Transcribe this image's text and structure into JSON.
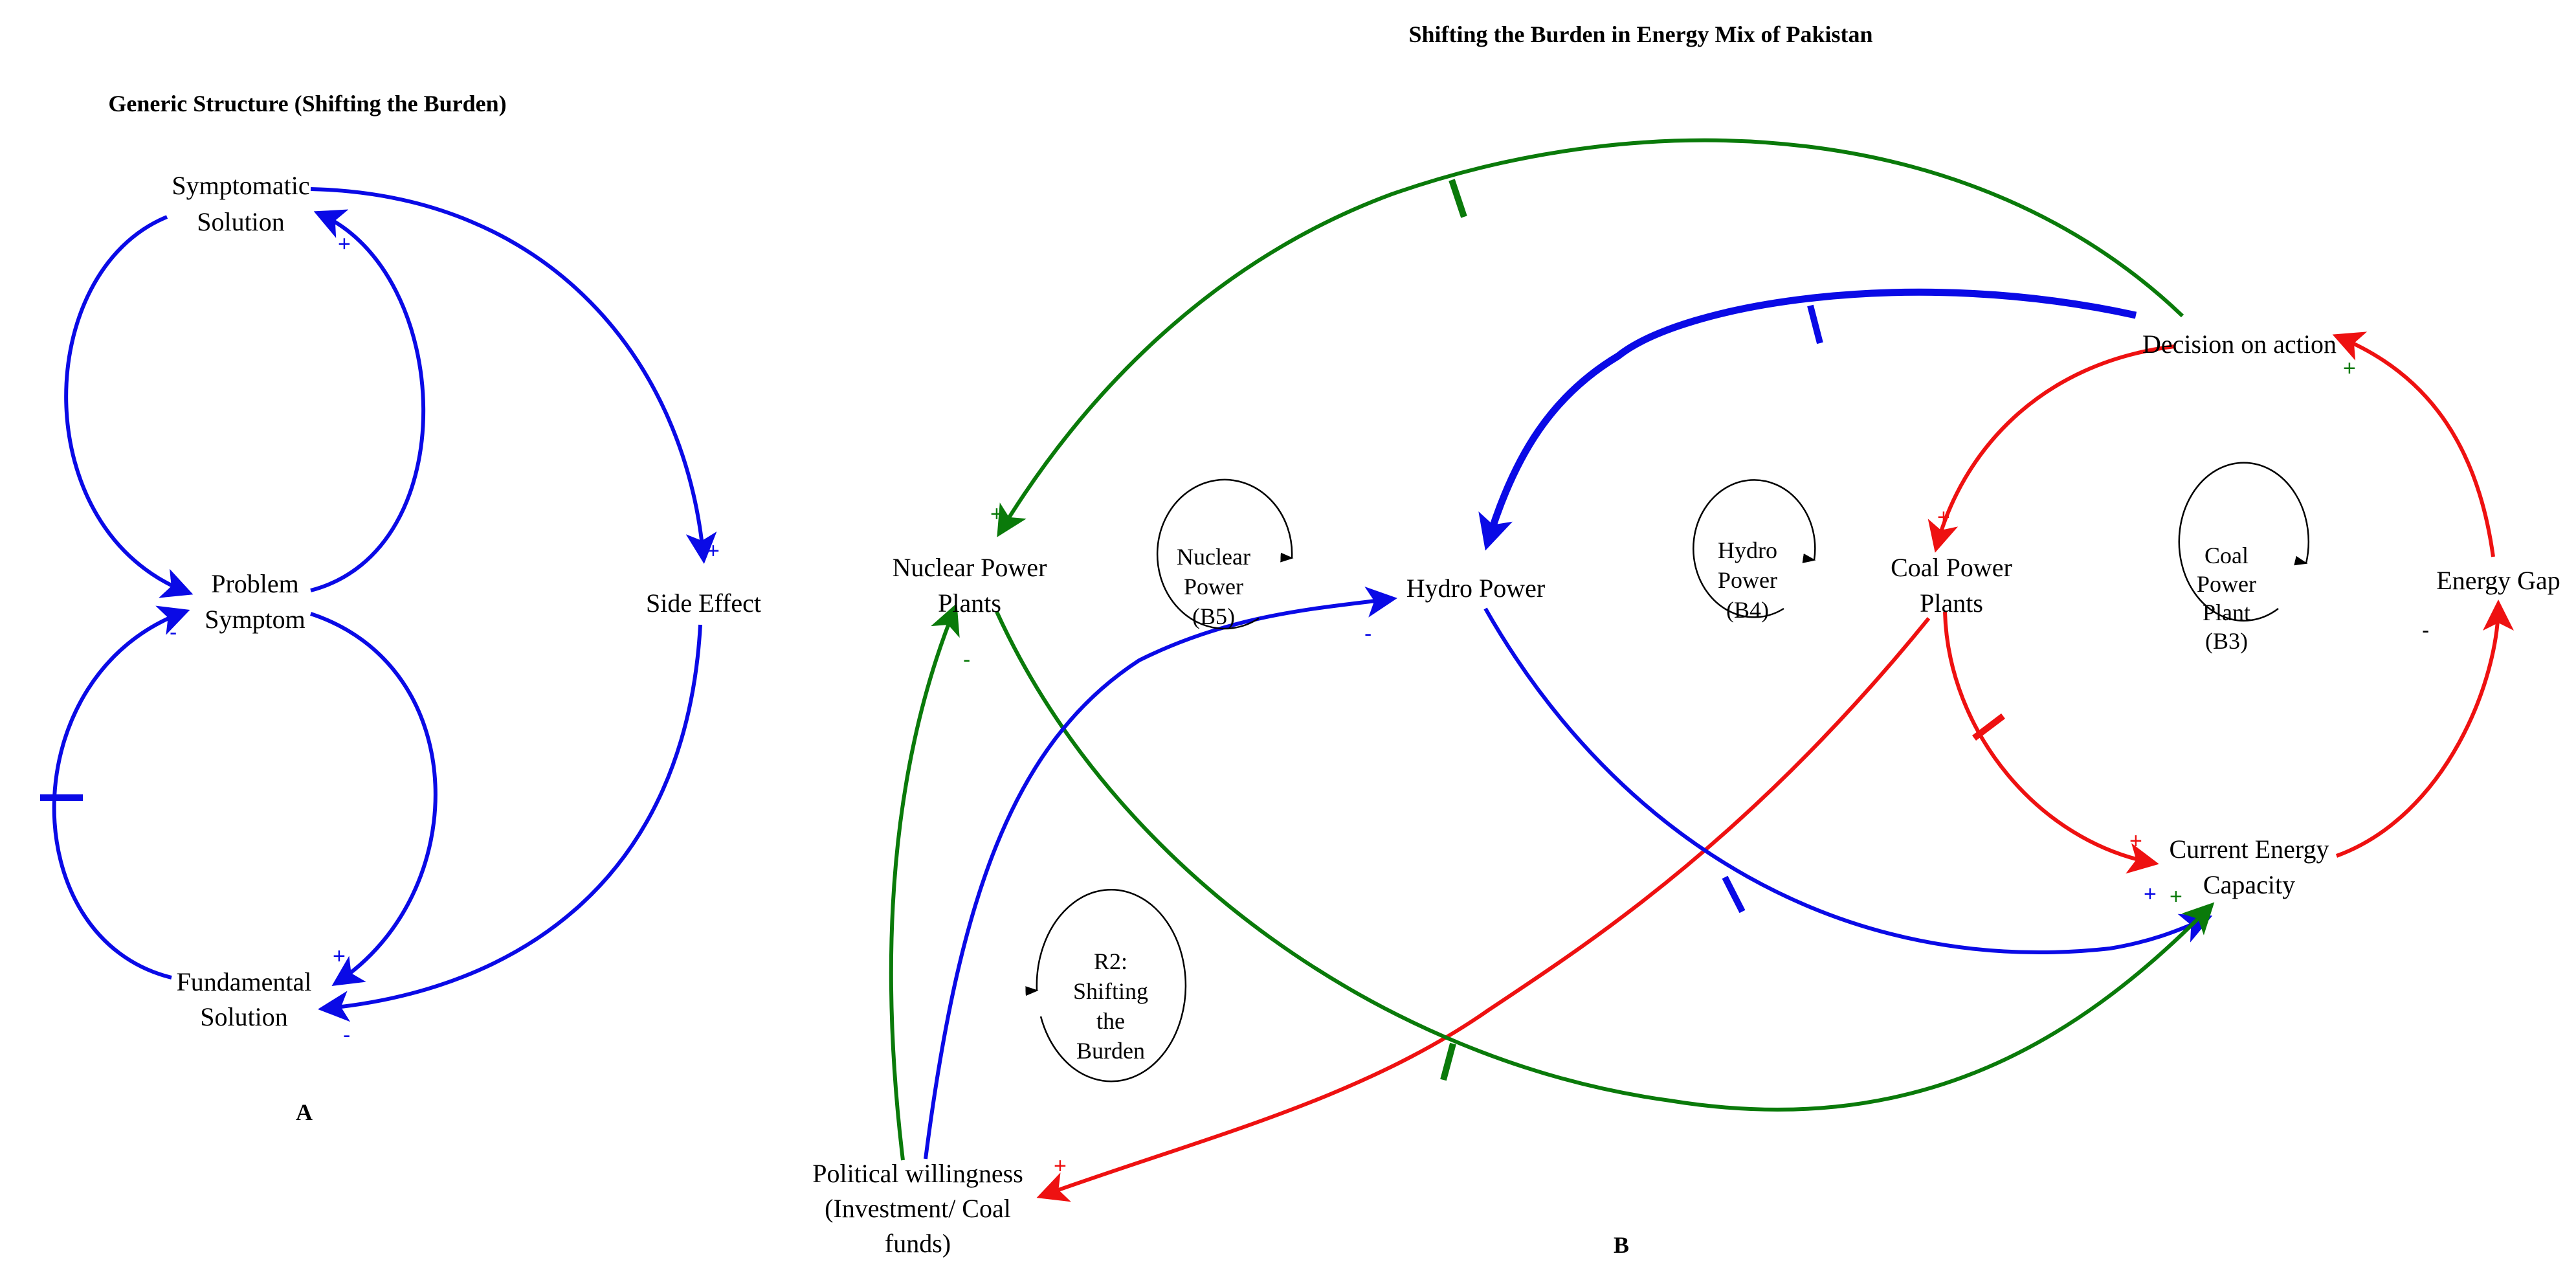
{
  "colors": {
    "blue": "#0a0ae6",
    "green": "#0a7a0a",
    "red": "#ee1111",
    "text": "#000000"
  },
  "panel_a": {
    "title": "Generic Structure (Shifting the Burden)",
    "label": "A",
    "nodes": {
      "symptomatic": [
        "Symptomatic",
        "Solution"
      ],
      "problem": [
        "Problem",
        "Symptom"
      ],
      "side_effect": "Side Effect",
      "fundamental": [
        "Fundamental",
        "Solution"
      ]
    },
    "polarities": {
      "symptomatic_in": "+",
      "side_effect_in": "+",
      "problem_in_top": "-",
      "problem_in_bottom": "-",
      "fundamental_in_plus": "+",
      "fundamental_in_minus": "-"
    }
  },
  "panel_b": {
    "title": "Shifting the Burden in Energy Mix of Pakistan",
    "label": "B",
    "nodes": {
      "nuclear": [
        "Nuclear Power",
        "Plants"
      ],
      "hydro": "Hydro Power",
      "coal": [
        "Coal Power",
        "Plants"
      ],
      "decision": "Decision on action",
      "energy_gap": "Energy Gap",
      "current": [
        "Current Energy",
        "Capacity"
      ],
      "political": [
        "Political willingness",
        "(Investment/ Coal",
        "funds)"
      ]
    },
    "loops": {
      "nuclear": [
        "Nuclear",
        "Power",
        "(B5)"
      ],
      "hydro": [
        "Hydro",
        "Power",
        "(B4)"
      ],
      "coal": [
        "Coal",
        "Power",
        "Plant",
        "(B3)"
      ],
      "r2": [
        "R2:",
        "Shifting",
        "the",
        "Burden"
      ]
    },
    "polarities": {
      "nuclear_in": "+",
      "nuclear_out": "-",
      "hydro_in": "+",
      "hydro_in_minus": "-",
      "coal_in": "+",
      "decision_in": "+",
      "gap_in": "-",
      "current_in_red": "+",
      "current_in_blue": "+",
      "current_in_green": "+",
      "political_in": "+"
    }
  }
}
